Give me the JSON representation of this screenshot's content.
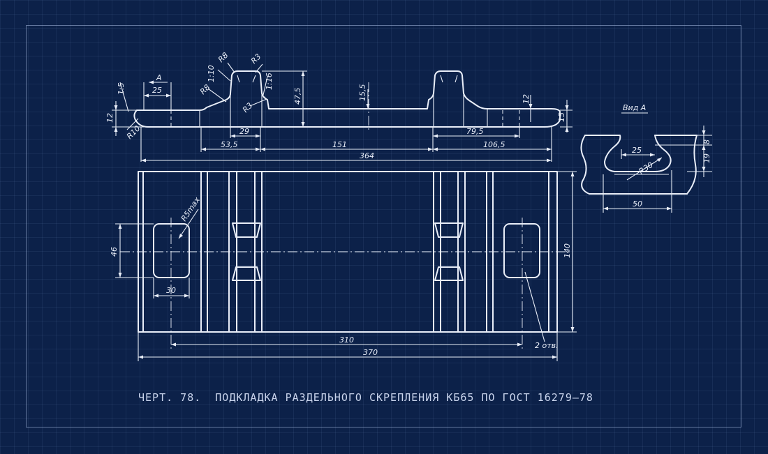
{
  "caption": {
    "number": "ЧЕРТ. 78.",
    "title": "ПОДКЛАДКА РАЗДЕЛЬНОГО СКРЕПЛЕНИЯ КБ65 ПО ГОСТ 16279—78"
  },
  "labels": {
    "view_a_arrow": "А",
    "view_a_title": "Вид А",
    "slope_1_5": "1:5",
    "slope_1_10": "1:10",
    "slope_1_16": "1:16",
    "r8_top": "R8",
    "r8_left": "R8",
    "r3_top": "R3",
    "r3_bottom": "R3",
    "r10": "R10",
    "r5max": "R5max",
    "r30": "R30",
    "holes_note": "2 отв."
  },
  "dimensions": {
    "d25": "25",
    "d12_left": "12",
    "d47_5": "47,5",
    "d15_5": "15,5",
    "d12_right": "12",
    "d15": "15",
    "d29": "29",
    "d79_5": "79,5",
    "d53_5": "53,5",
    "d151": "151",
    "d106_5": "106,5",
    "d364": "364",
    "d46": "46",
    "d30": "30",
    "d140": "140",
    "d310": "310",
    "d370": "370",
    "va25": "25",
    "va8": "8",
    "va19": "19",
    "va50": "50"
  },
  "colors": {
    "background": "#0c2149",
    "line": "#e9eef8",
    "caption": "#c9d4ec"
  }
}
